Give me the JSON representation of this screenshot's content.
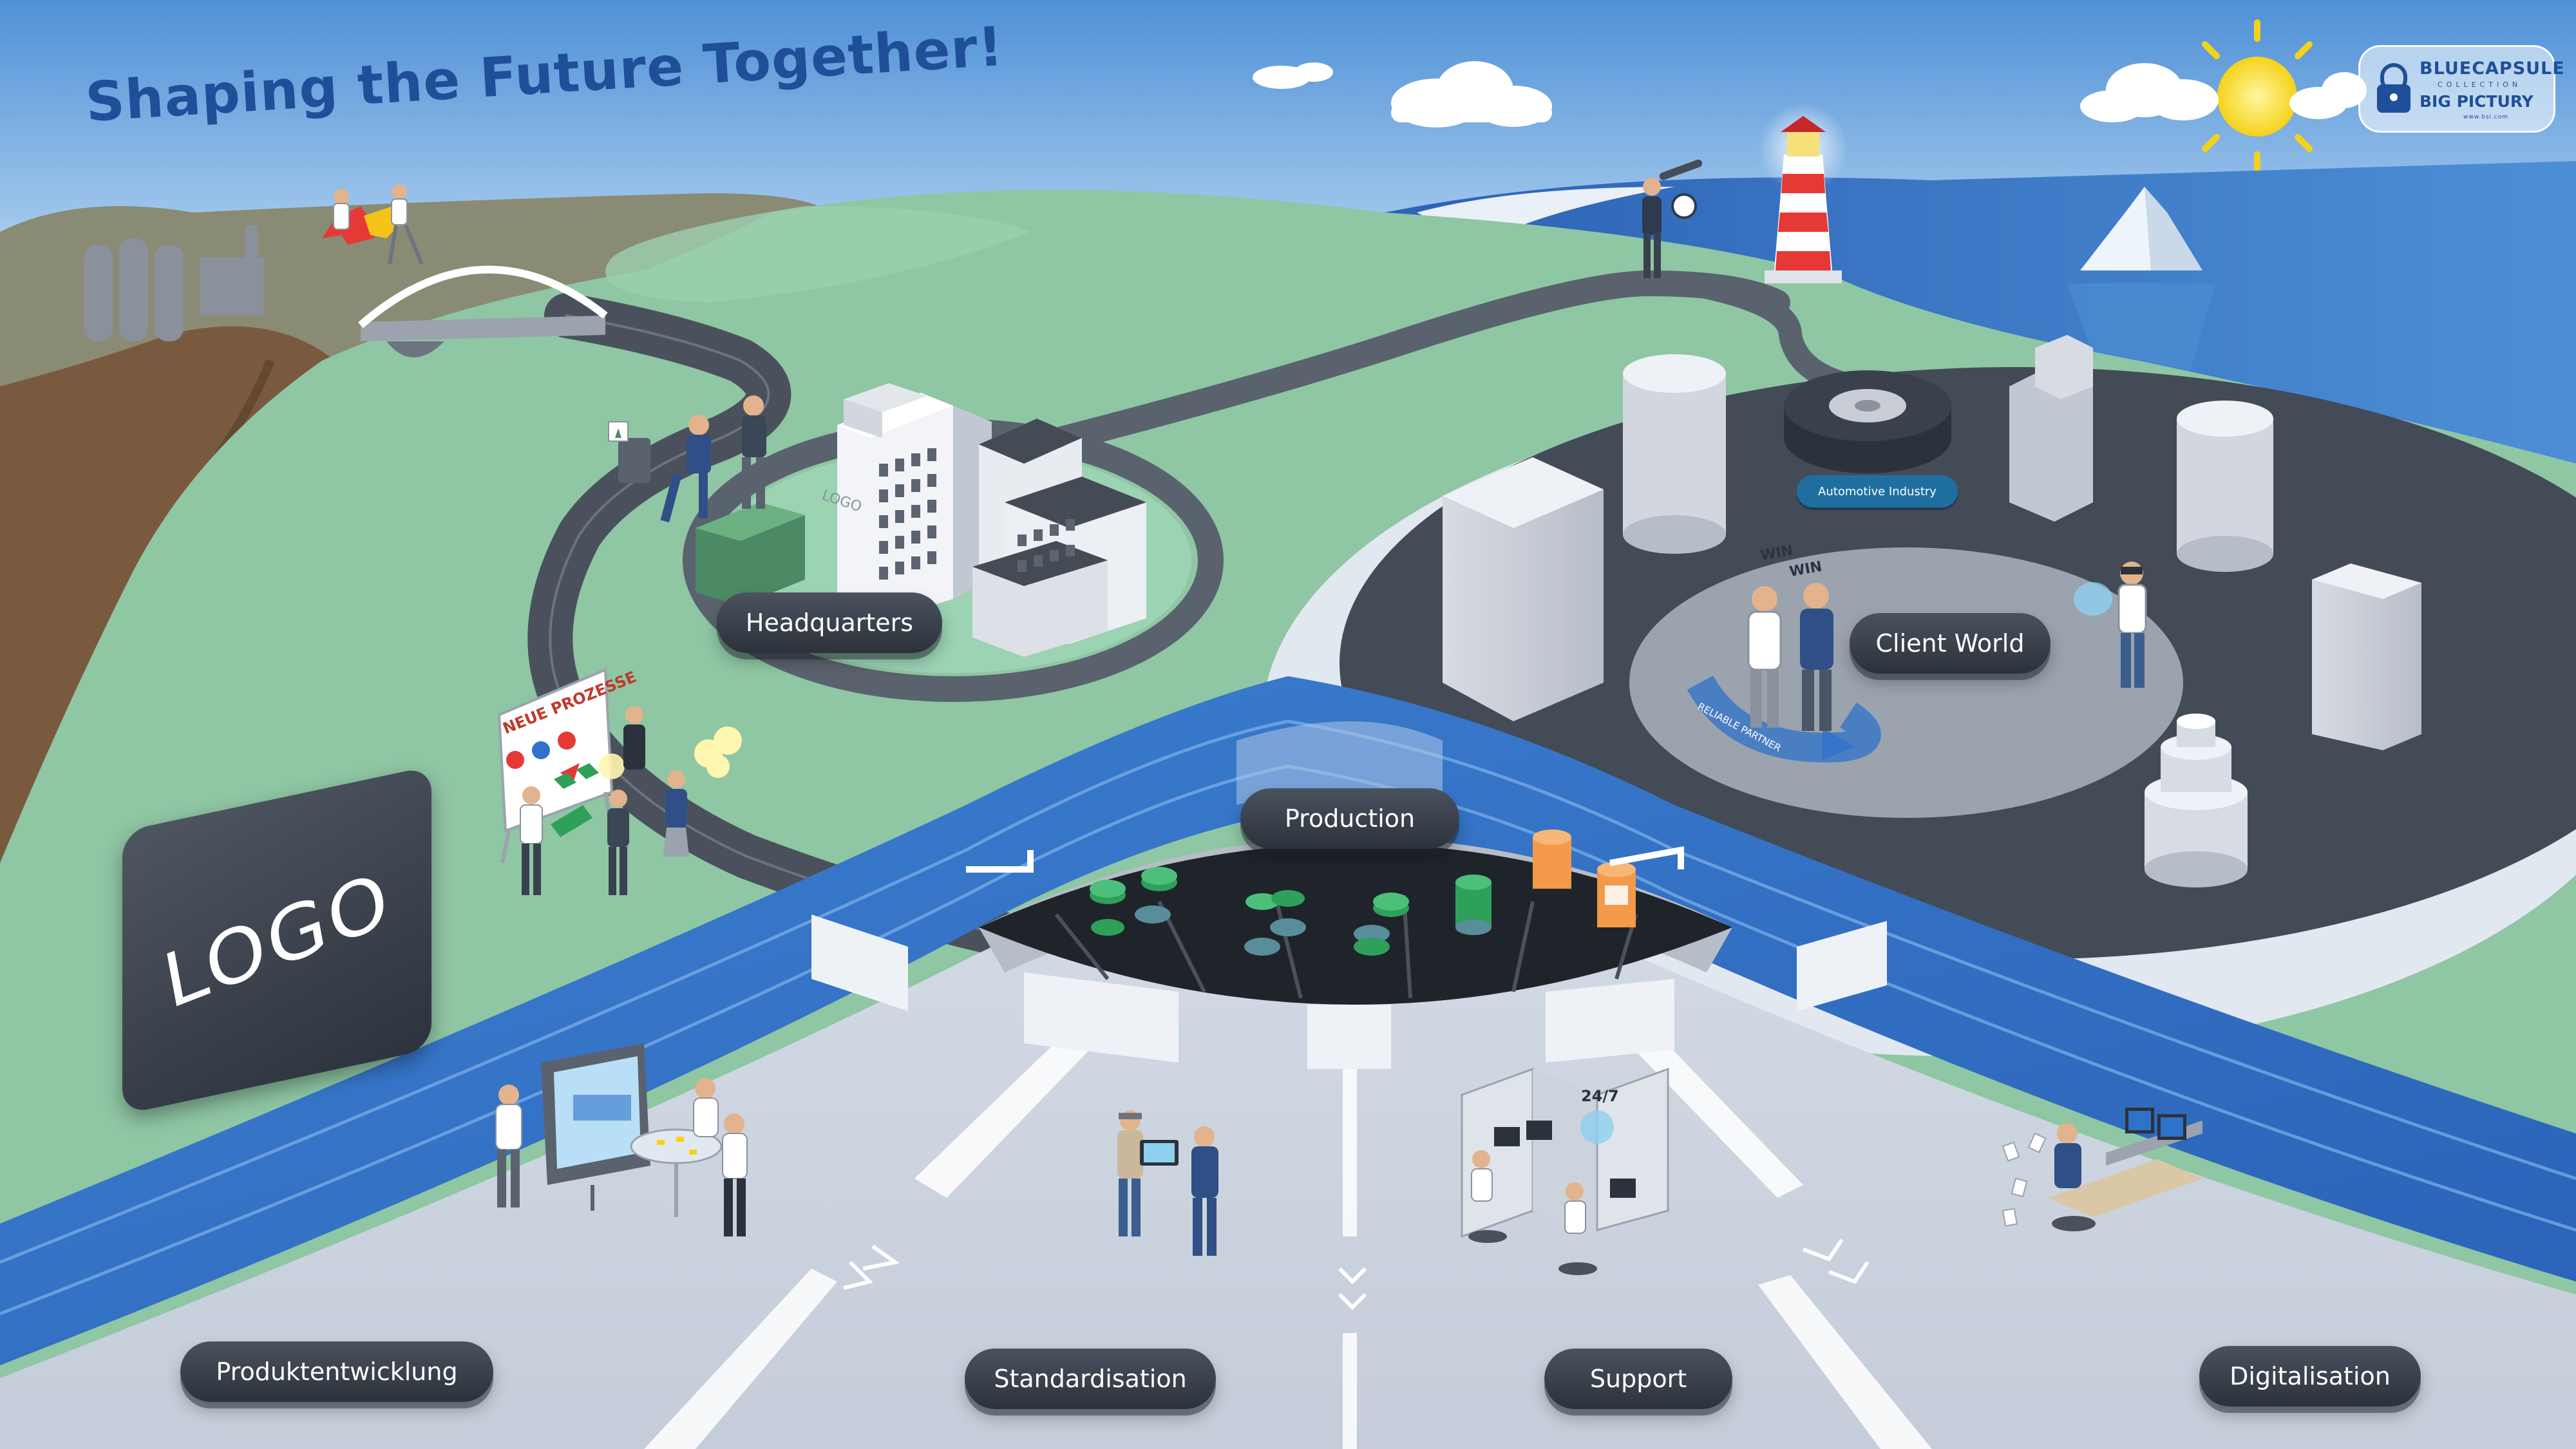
{
  "title": "Shaping the Future Together!",
  "brand": {
    "name": "BLUECAPSULE",
    "collection": "COLLECTION",
    "company": "BIG PICTURY",
    "url": "www.bsi.com"
  },
  "logo_placeholder": "LOGO",
  "building_logo": "LOGO",
  "labels": {
    "headquarters": "Headquarters",
    "production": "Production",
    "client_world": "Client World",
    "produktentwicklung": "Produktentwicklung",
    "standardisation": "Standardisation",
    "support": "Support",
    "digitalisation": "Digitalisation",
    "automotive_industry": "Automotive Industry"
  },
  "scene_text": {
    "whiteboard": "NEUE PROZESSE",
    "win1": "WIN",
    "win2": "WIN",
    "reliable_partner": "RELIABLE PARTNER",
    "support_hours": "24/7"
  },
  "colors": {
    "title": "#1f4f99",
    "pill": "#353b45",
    "road": "#4a515c",
    "grass": "#8fc6a4",
    "water": "#2e66b8",
    "sky": "#6aa6dc"
  }
}
